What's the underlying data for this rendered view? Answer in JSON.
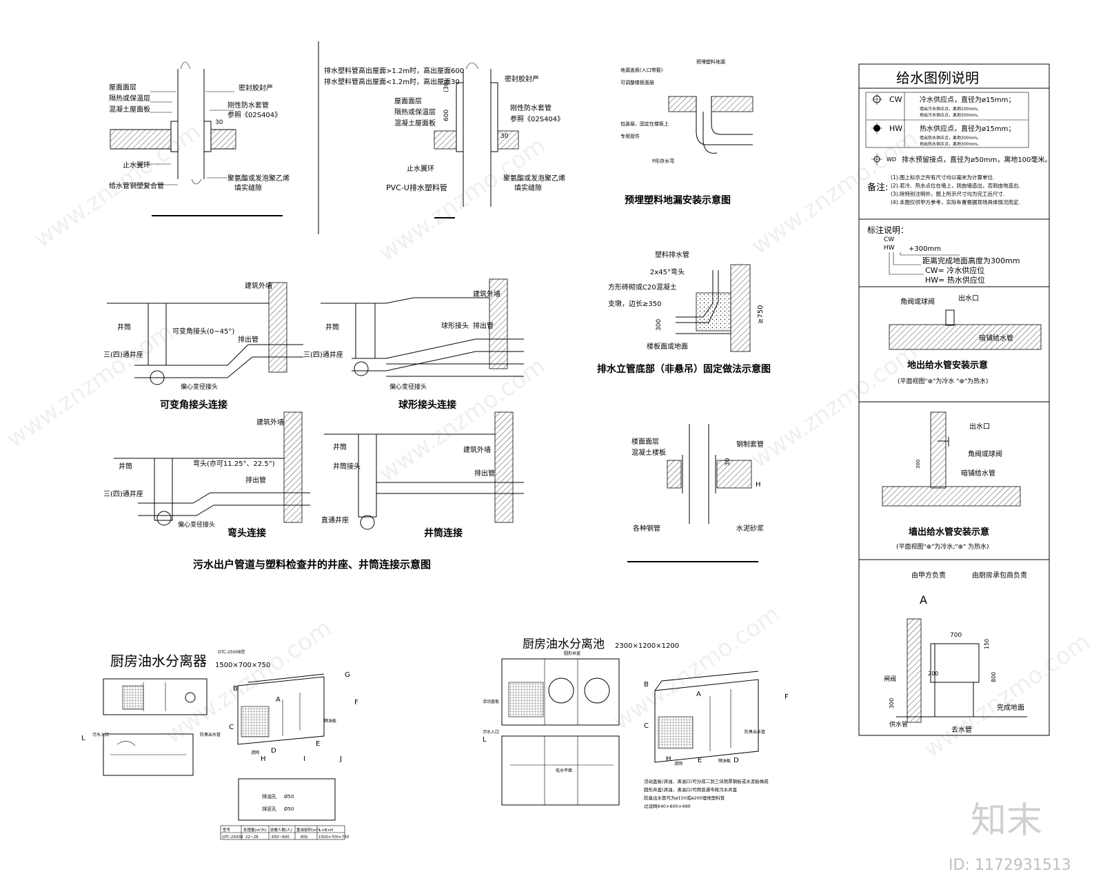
{
  "roof_detail_1": {
    "labels": [
      "屋面面层",
      "隔热或保温层",
      "混凝土屋面板",
      "密封胶封严",
      "刚性防水套管",
      "参照《02S404》",
      "止水翼环",
      "给水管钢塑复合管",
      "聚氨酯或发泡聚乙烯",
      "填实缝隙"
    ],
    "dim": "30"
  },
  "roof_detail_2": {
    "notes": [
      "排水塑料管高出屋面>1.2m时，高出屋面600",
      "排水塑料管高出屋面<1.2m时，高出屋面30"
    ],
    "labels": [
      "屋面面层",
      "隔热或保温层",
      "混凝土屋面板",
      "密封胶封严",
      "刚性防水套管",
      "参照《02S404》",
      "止水翼环",
      "PVC-U排水塑料管",
      "聚氨酯或发泡聚乙烯",
      "填实缝隙"
    ],
    "dims": [
      "600",
      "(30)",
      "30"
    ]
  },
  "floor_drain": {
    "labels": [
      "地漏盖板(入口带箍)",
      "预埋塑料地漏",
      "可调整楼板面层",
      "包装层，固定在楼板上",
      "专用管件",
      "P形存水弯"
    ],
    "title": "预埋塑料地漏安装示意图"
  },
  "riser_base": {
    "labels": [
      "塑料排水管",
      "2x45°弯头",
      "方形砖砌或C20混凝土",
      "支墩，边长≥350",
      "楼板面或地面"
    ],
    "dims": [
      "300",
      "≥750"
    ],
    "title": "排水立管底部（非悬吊）固定做法示意图"
  },
  "sleeve_detail": {
    "labels": [
      "楼面面层",
      "混凝土楼板",
      "钢制套管",
      "各种钢管",
      "水泥砂浆"
    ],
    "dims": [
      "30",
      "H"
    ]
  },
  "conn_variable": {
    "labels": [
      "建筑外墙",
      "井筒",
      "可变角接头(0~45°)",
      "排出管",
      "三(四)通井座",
      "偏心变径接头"
    ],
    "title": "可变角接头连接"
  },
  "conn_ball": {
    "labels": [
      "建筑外墙",
      "井筒",
      "球形接头",
      "排出管",
      "三(四)通井座",
      "偏心变径接头"
    ],
    "title": "球形接头连接"
  },
  "conn_elbow": {
    "labels": [
      "建筑外墙",
      "井筒",
      "弯头(亦可11.25°、22.5°)",
      "排出管",
      "三(四)通井座",
      "偏心变径接头"
    ],
    "title": "弯头连接"
  },
  "conn_shaft": {
    "labels": [
      "井筒",
      "井筒接头",
      "建筑外墙",
      "排出管",
      "直通井座"
    ],
    "title": "井筒连接"
  },
  "sewer_title": "污水出户管道与塑料检查井的井座、井筒连接示意图",
  "legend": {
    "title": "给水图例说明",
    "rows": [
      {
        "code": "CW",
        "text": "冷水供应点，直径为ø15mm；",
        "sub": [
          "墙出冷水供应点，离地100mm。",
          "地出冷水供应点，离地300mm。"
        ]
      },
      {
        "code": "HW",
        "text": "热水供应点，直径为ø15mm；",
        "sub": [
          "墙出热水供应点，离地300mm。",
          "地出热水供应点，离地300mm。"
        ]
      },
      {
        "code": "WD",
        "text": "排水预留接点，直径为ø50mm，离地100毫米。",
        "sub": []
      }
    ],
    "notes_label": "备注:",
    "notes": [
      "(1).图上标示之所有尺寸均以毫米为计算单位.",
      "(2).若冷、热水点位在墙上，则由墙造出，否则由地造出.",
      "(3).除特别注明外，图上所示尺寸均为完工后尺寸.",
      "(4).本图仅供甲方参考，实际布置根据现场具体情况而定."
    ],
    "mark_title": "标注说明：",
    "mark_items": [
      "CW",
      "HW",
      "+300mm",
      "距离完成地面高度为300mm",
      "CW= 冷水供应位",
      "HW= 热水供应位"
    ],
    "floor_install": {
      "labels": [
        "角阀或球阀",
        "出水口",
        "暗铺给水管"
      ],
      "title": "地出给水管安装示意",
      "sub": "(平面视图\"⊕\"为冷水 \"⊕\"为热水)"
    },
    "wall_install": {
      "labels": [
        "出水口",
        "角阀或球阀",
        "暗铺给水管",
        "300"
      ],
      "title": "墙出给水管安装示意",
      "sub": "(平面视图\"⊕\"为冷水;\"⊕\" 为热水)"
    },
    "sink": {
      "labels": [
        "由甲方负责",
        "由厨房承包商负责",
        "A",
        "700",
        "150",
        "200",
        "800",
        "闸阀",
        "300",
        "完成地面",
        "供水管",
        "去水管"
      ]
    }
  },
  "oil_separator_1": {
    "title": "厨房油水分离器",
    "size": "1500×700×750",
    "model": "GTC-2500B型",
    "letters": [
      "B",
      "A",
      "C",
      "H",
      "I",
      "J",
      "E",
      "D",
      "F",
      "G",
      "L"
    ],
    "labels": [
      "污水入口",
      "防臭出水管",
      "隔油板",
      "滤网",
      "排油孔",
      "Ø50",
      "排泥孔",
      "Ø50"
    ],
    "table_head": [
      "型号",
      "处理量(m³/h)",
      "就餐人数(人)",
      "重油容积(m³)",
      "L×B×H"
    ],
    "table_row": [
      "GTC-2500B",
      "22~28",
      "650~800",
      "800",
      "1500×700×750"
    ]
  },
  "oil_separator_2": {
    "title": "厨房油水分离池",
    "size": "2300×1200×1200",
    "letters": [
      "B",
      "A",
      "C",
      "H",
      "E",
      "D",
      "F",
      "L"
    ],
    "labels": [
      "圆形井盖",
      "活动盖板",
      "污水入口",
      "滤网",
      "隔油板",
      "防臭出水管",
      "低水平面"
    ],
    "notes": [
      "活动盖板(滴油、滴油口)可分成二到三块用厚钢板或水泥板做成",
      "圆形井盖(滴油、滴油口)可用普通市政污水井盖",
      "防臭出水管可为ø150或ø200埋地塑料管",
      "过滤网640×600×490"
    ]
  },
  "watermark": {
    "brand": "知末",
    "id": "ID: 1172931513",
    "site": "www.znzmo.com"
  }
}
